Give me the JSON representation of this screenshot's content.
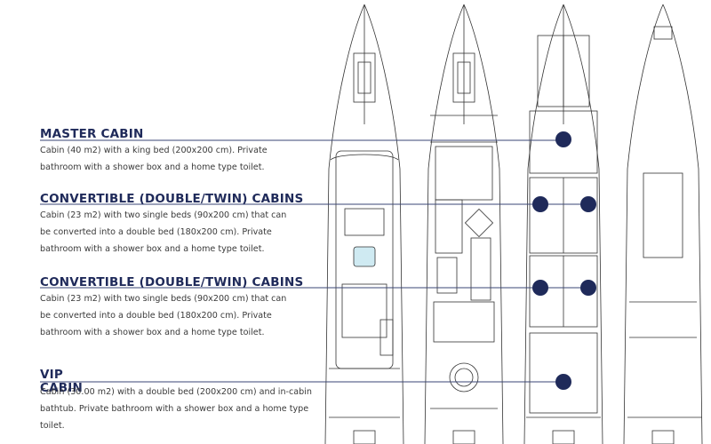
{
  "colors": {
    "accent": "#1f2a5a",
    "text": "#3a3a3a",
    "line": "#333333",
    "marker": "#1f2a5a"
  },
  "cabins": [
    {
      "title": "MASTER CABIN",
      "lines": [
        "Cabin (40 m2) with a king bed (200x200 cm). Private",
        "bathroom with a shower box and a home type toilet."
      ]
    },
    {
      "title": "CONVERTIBLE (DOUBLE/TWIN) CABINS",
      "lines": [
        "Cabin (23 m2) with two single beds (90x200 cm) that can",
        "be converted into a double bed (180x200 cm). Private",
        "bathroom with a shower box and a home type toilet."
      ]
    },
    {
      "title": "CONVERTIBLE (DOUBLE/TWIN) CABINS",
      "lines": [
        "Cabin (23 m2) with two single beds (90x200 cm) that can",
        "be converted into a double bed (180x200 cm). Private",
        "bathroom with a shower box and a home type toilet."
      ]
    },
    {
      "title_lines": [
        "VIP",
        "CABIN"
      ],
      "lines": [
        "Cabin (30.00 m2) with a double bed (200x200 cm) and in-cabin",
        "bathtub. Private bathroom with a shower box and a home type",
        "toilet."
      ]
    }
  ]
}
